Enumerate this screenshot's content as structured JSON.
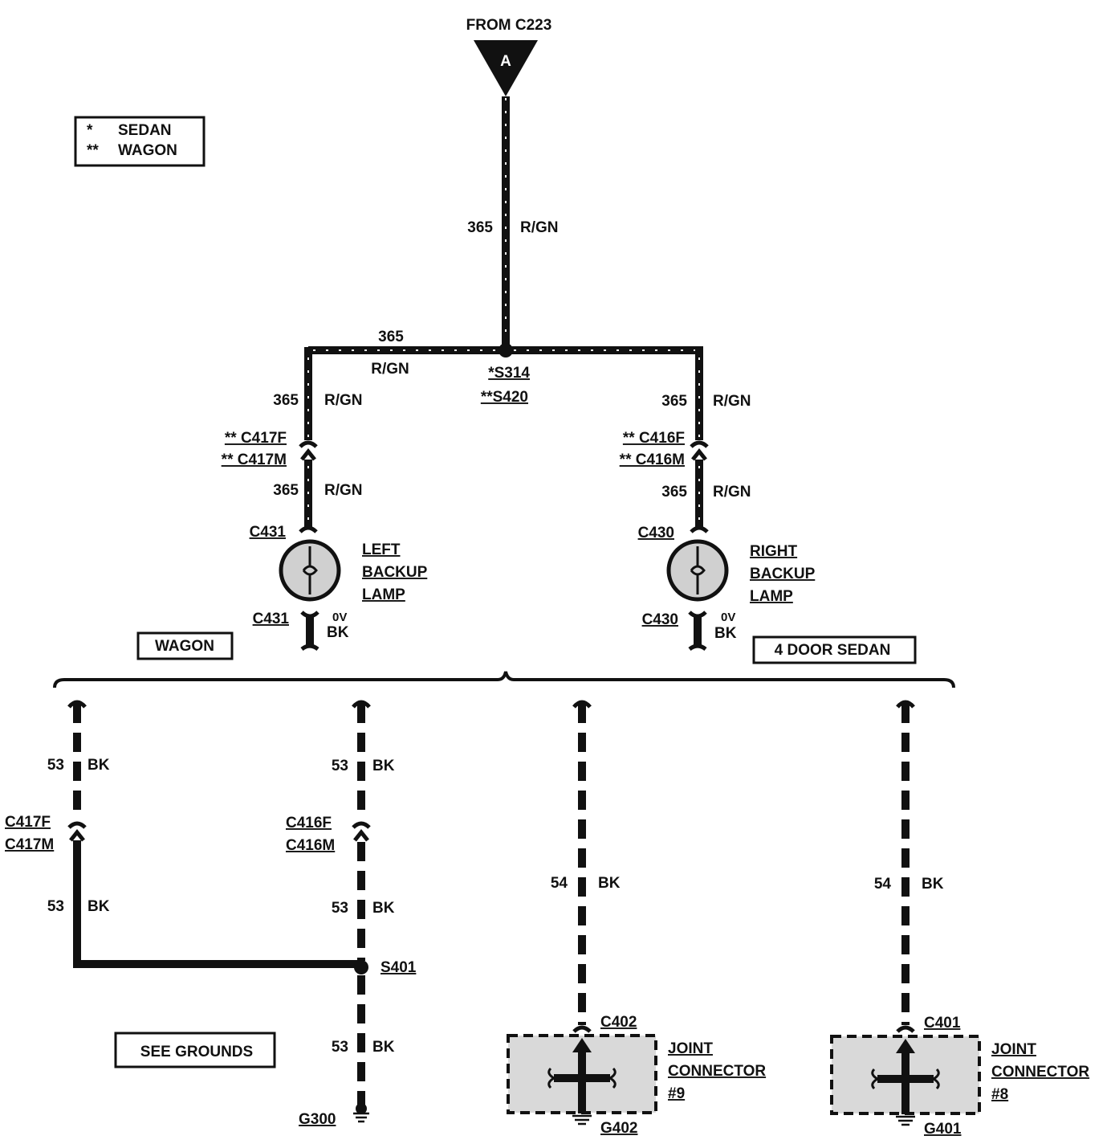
{
  "source": {
    "label": "FROM C223",
    "connector_letter": "A"
  },
  "legend": {
    "items": [
      {
        "mark": "*",
        "label": "SEDAN"
      },
      {
        "mark": "**",
        "label": "WAGON"
      }
    ]
  },
  "trunk": {
    "circuit": "365",
    "color": "R/GN"
  },
  "splice": {
    "circuit": "365",
    "color": "R/GN",
    "sedan_label": "*S314",
    "wagon_label": "**S420"
  },
  "left_branch": {
    "upper_circuit": "365",
    "upper_color": "R/GN",
    "conn_f": "** C417F",
    "conn_m": "** C417M",
    "lower_circuit": "365",
    "lower_color": "R/GN",
    "lamp_conn_top": "C431",
    "lamp_name": [
      "LEFT",
      "BACKUP",
      "LAMP"
    ],
    "lamp_conn_bottom": "C431",
    "voltage": "0V",
    "ground_color": "BK"
  },
  "right_branch": {
    "upper_circuit": "365",
    "upper_color": "R/GN",
    "conn_f": "** C416F",
    "conn_m": "** C416M",
    "lower_circuit": "365",
    "lower_color": "R/GN",
    "lamp_conn_top": "C430",
    "lamp_name": [
      "RIGHT",
      "BACKUP",
      "LAMP"
    ],
    "lamp_conn_bottom": "C430",
    "voltage": "0V",
    "ground_color": "BK"
  },
  "variants": {
    "wagon": "WAGON",
    "sedan": "4 DOOR SEDAN"
  },
  "wagon_ground": {
    "left": {
      "upper_circuit": "53",
      "upper_color": "BK",
      "conn_f": "C417F",
      "conn_m": "C417M",
      "lower_circuit": "53",
      "lower_color": "BK"
    },
    "right": {
      "upper_circuit": "53",
      "upper_color": "BK",
      "conn_f": "C416F",
      "conn_m": "C416M",
      "lower_circuit": "53",
      "lower_color": "BK",
      "splice": "S401",
      "final_circuit": "53",
      "final_color": "BK",
      "ground": "G300"
    },
    "see_grounds": "SEE GROUNDS"
  },
  "sedan_ground": {
    "left": {
      "circuit": "54",
      "color": "BK",
      "conn": "C402",
      "joint_name": [
        "JOINT",
        "CONNECTOR",
        "#9"
      ],
      "ground": "G402"
    },
    "right": {
      "circuit": "54",
      "color": "BK",
      "conn": "C401",
      "joint_name": [
        "JOINT",
        "CONNECTOR",
        "#8"
      ],
      "ground": "G401"
    }
  }
}
